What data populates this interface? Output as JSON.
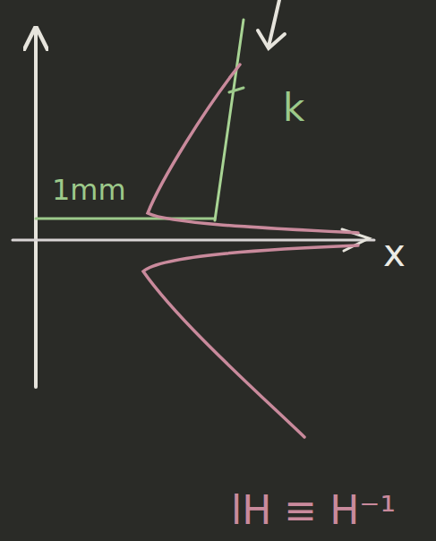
{
  "diagram": {
    "labels": [
      "1mm",
      "k",
      "x",
      "lH ≡ H⁻¹"
    ]
  }
}
